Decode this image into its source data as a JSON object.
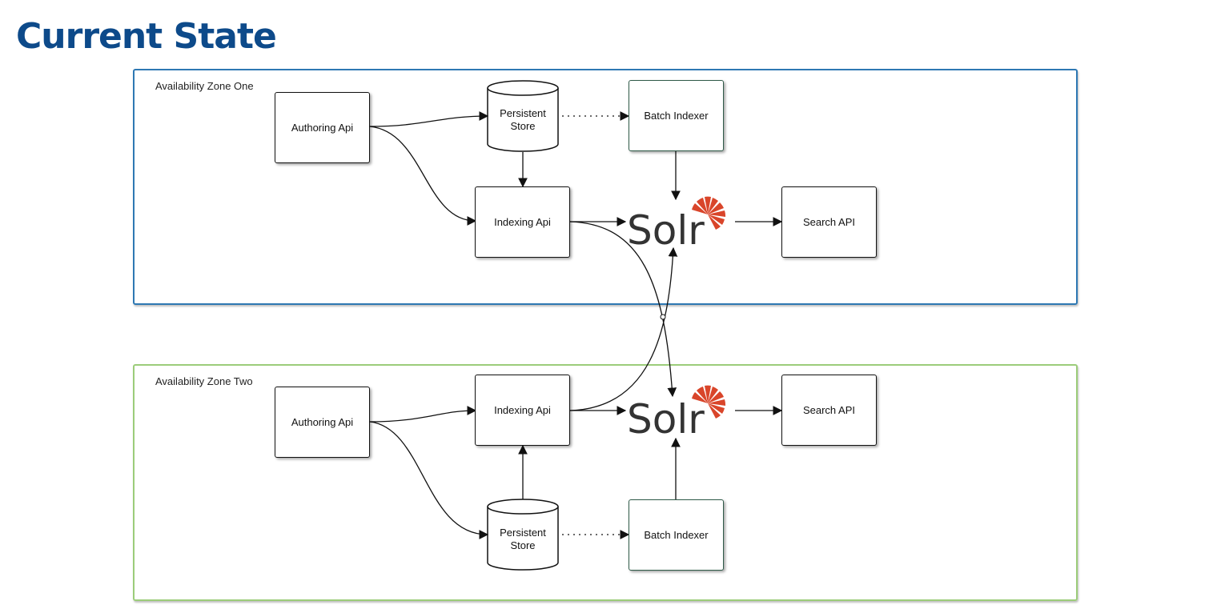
{
  "title": "Current State",
  "zones": [
    {
      "label": "Availability Zone One",
      "authoring_api": "Authoring Api",
      "persistent_store": "Persistent\nStore",
      "batch_indexer": "Batch Indexer",
      "indexing_api": "Indexing Api",
      "solr": "Solr",
      "search_api": "Search API"
    },
    {
      "label": "Availability Zone Two",
      "authoring_api": "Authoring Api",
      "persistent_store": "Persistent\nStore",
      "batch_indexer": "Batch Indexer",
      "indexing_api": "Indexing Api",
      "solr": "Solr",
      "search_api": "Search API"
    }
  ],
  "colors": {
    "title": "#0d4a8a",
    "zone_one_border": "#2e78b3",
    "zone_two_border": "#9ccc7a",
    "solr_logo": "#d9452a"
  },
  "icons": [
    "solr-logo-icon",
    "database-cylinder-icon"
  ]
}
